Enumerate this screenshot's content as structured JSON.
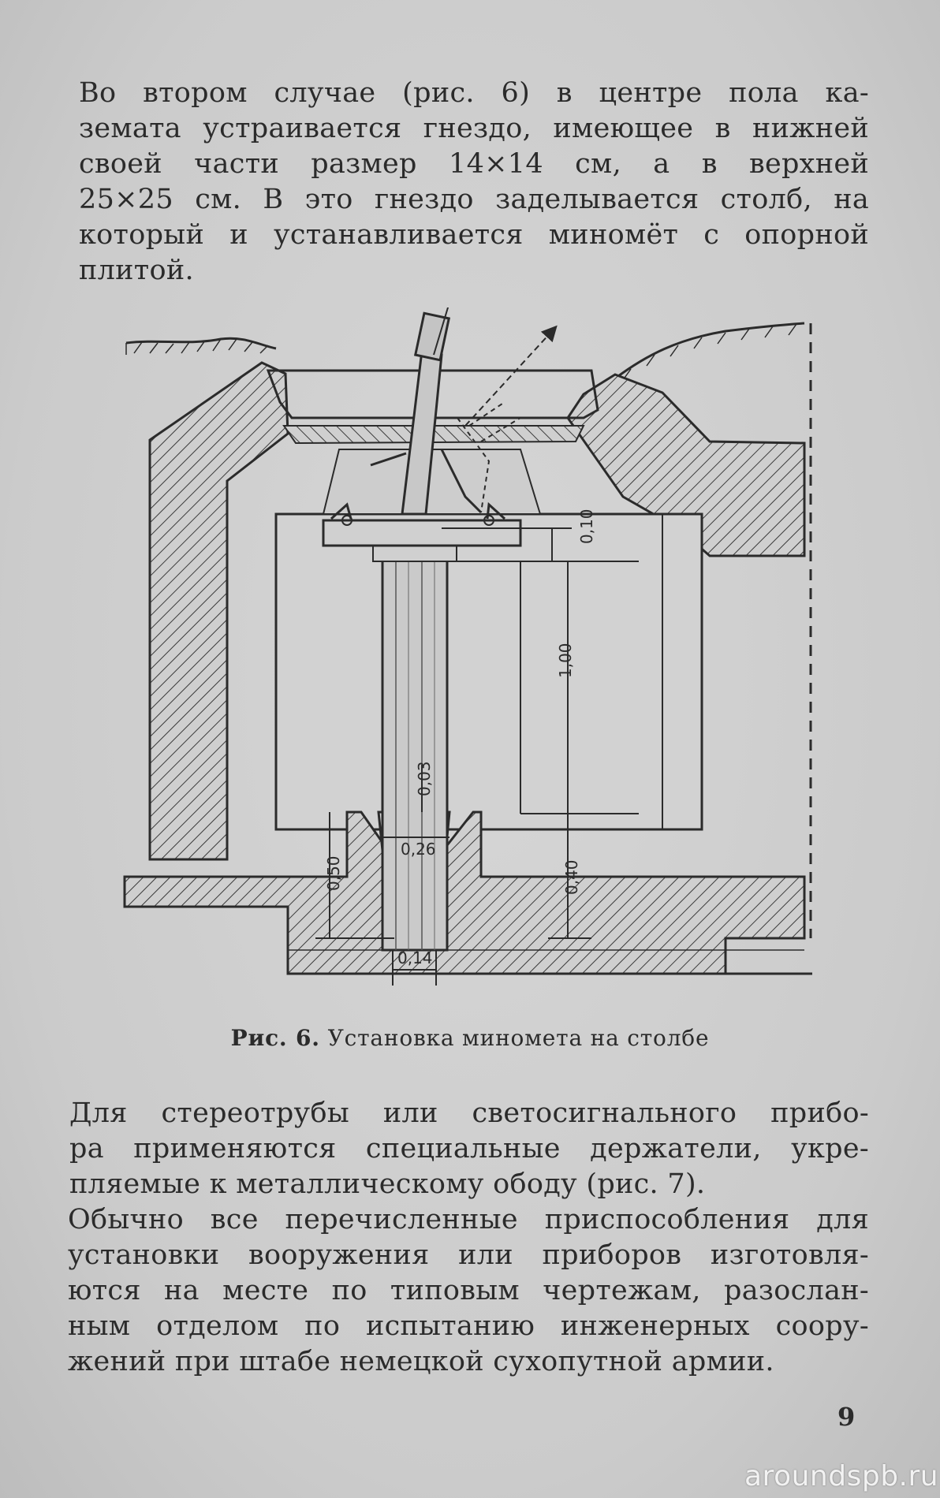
{
  "text": {
    "paragraph_1": [
      "Во втором случае (рис. 6) в центре пола ка-",
      "земата устраивается гнездо, имеющее в нижней",
      "своей части размер 14×14 см, а в верхней",
      "25×25 см. В это гнездо заделывается столб, на",
      "который и устанавливается миномёт с опорной",
      "плитой."
    ],
    "figure_caption_label": "Рис. 6.",
    "figure_caption_text": "Установка миномета на столбе",
    "paragraph_2": [
      "Для стереотрубы или светосигнального прибо-",
      "ра применяются специальные держатели, укре-",
      "пляемые к металлическому ободу (рис. 7)."
    ],
    "paragraph_3": [
      "Обычно все перечисленные приспособления для",
      "установки вооружения или приборов изготовля-",
      "ются на месте по типовым чертежам, разослан-",
      "ным отделом по испытанию инженерных соору-",
      "жений при штабе немецкой сухопутной армии."
    ],
    "page_number": "9",
    "watermark": "aroundspb.ru"
  },
  "figure": {
    "dimensions": {
      "d010": "0,10",
      "d100": "1,00",
      "d003": "0,03",
      "d026": "0,26",
      "d050": "0,50",
      "d040": "0,40",
      "d014": "0,14"
    }
  },
  "colors": {
    "paper": "#cfcfcf",
    "ink": "#2b2b2b",
    "watermark": "#f2f2f2"
  }
}
